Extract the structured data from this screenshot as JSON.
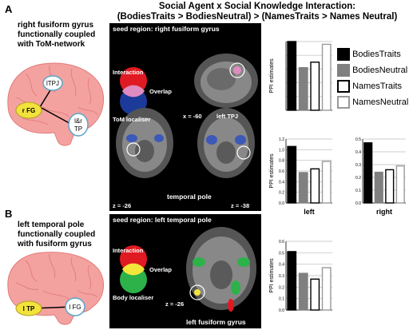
{
  "title_line1": "Social Agent x Social Knowledge Interaction:",
  "title_line2": "(BodiesTraits > BodiesNeutral) > (NamesTraits > Names Neutral)",
  "panel_a": {
    "letter": "A",
    "caption": [
      "right fusiform gyrus",
      "functionally coupled",
      "with ToM-network"
    ],
    "brain_labels": {
      "rfg": "r FG",
      "rtpj": "lTPJ",
      "tp": [
        "l&r",
        "TP"
      ]
    },
    "seed": "seed region: right fusiform gyrus",
    "venn": {
      "interaction": "Interaction",
      "overlap": "Overlap",
      "localiser": "ToM localiser"
    },
    "slices": {
      "sagittal": "x = -60",
      "sagittal_label": "left TPJ",
      "z1": "z = -26",
      "z2": "z = -38",
      "axial_label": "temporal pole"
    }
  },
  "panel_b": {
    "letter": "B",
    "caption": [
      "left temporal pole",
      "functionally coupled",
      "with fusiform gyrus"
    ],
    "brain_labels": {
      "ltp": "l TP",
      "lfg": "l FG"
    },
    "seed": "seed region: left temporal pole",
    "venn": {
      "interaction": "Interaction",
      "overlap": "Overlap",
      "localiser": "Body localiser"
    },
    "slices": {
      "z": "z = -26",
      "label": "left fusiform gyrus"
    }
  },
  "legend": [
    "BodiesTraits",
    "BodiesNeutral",
    "NamesTraits",
    "NamesNeutral"
  ],
  "colors": {
    "bodies_traits": "#000000",
    "bodies_neutral": "#808080",
    "names_traits": "#ffffff",
    "names_neutral": "#ffffff",
    "venn_red": "#e01a22",
    "venn_blue": "#1c3a9a",
    "venn_green": "#2db24a",
    "venn_overlap_a": "#e08cc0",
    "venn_overlap_b": "#f2e63a",
    "brain": "#f3a2a0",
    "node_yellow": "#f2e23b"
  },
  "chart_data": [
    {
      "type": "bar",
      "name": "left TPJ",
      "ylabel": "PPI estimates",
      "xlabel": "",
      "categories": [
        "BodiesTraits",
        "BodiesNeutral",
        "NamesTraits",
        "NamesNeutral"
      ],
      "values": [
        0.5,
        0.31,
        0.35,
        0.48
      ],
      "ylim": [
        0,
        0.5
      ],
      "ticks": []
    },
    {
      "type": "bar",
      "name": "temporal pole left",
      "ylabel": "PPI estimates",
      "xlabel": "left",
      "categories": [
        "BodiesTraits",
        "BodiesNeutral",
        "NamesTraits",
        "NamesNeutral"
      ],
      "values": [
        1.06,
        0.57,
        0.64,
        0.78
      ],
      "ylim": [
        0,
        1.2
      ],
      "ticks": [
        "0.0",
        "0.2",
        "0.4",
        "0.6",
        "0.8",
        "1.0",
        "1.2"
      ]
    },
    {
      "type": "bar",
      "name": "temporal pole right",
      "ylabel": "",
      "xlabel": "right",
      "categories": [
        "BodiesTraits",
        "BodiesNeutral",
        "NamesTraits",
        "NamesNeutral"
      ],
      "values": [
        0.47,
        0.24,
        0.26,
        0.29
      ],
      "ylim": [
        0,
        0.5
      ],
      "ticks": [
        "0.0",
        "0.1",
        "0.2",
        "0.3",
        "0.4",
        "0.5"
      ]
    },
    {
      "type": "bar",
      "name": "left fusiform gyrus",
      "ylabel": "PPI estimates",
      "xlabel": "",
      "categories": [
        "BodiesTraits",
        "BodiesNeutral",
        "NamesTraits",
        "NamesNeutral"
      ],
      "values": [
        0.51,
        0.32,
        0.27,
        0.37
      ],
      "ylim": [
        0,
        0.6
      ],
      "ticks": [
        "0.0",
        "0.1",
        "0.2",
        "0.3",
        "0.4",
        "0.5",
        "0.6"
      ]
    }
  ]
}
